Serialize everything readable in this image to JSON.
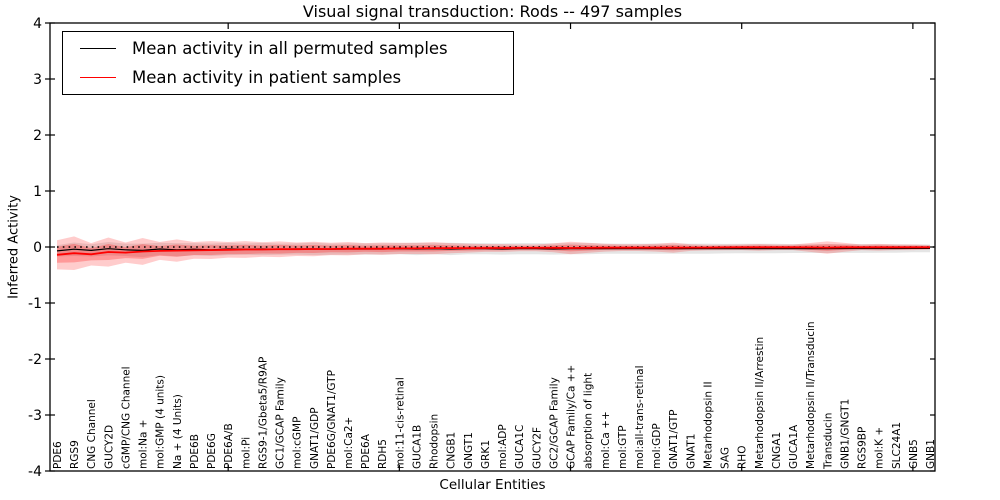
{
  "title": "Visual signal transduction: Rods -- 497 samples",
  "legend": {
    "entries": [
      {
        "label": "Mean activity in all permuted samples",
        "color": "#000000"
      },
      {
        "label": "Mean activity in patient samples",
        "color": "#ff0000"
      }
    ]
  },
  "chart_data": {
    "type": "line",
    "title": "Visual signal transduction: Rods -- 497 samples",
    "xlabel": "Cellular Entities",
    "ylabel": "Inferred Activity",
    "ylim": [
      -4,
      4
    ],
    "yticks": [
      4,
      3,
      2,
      1,
      0,
      -1,
      -2,
      -3,
      -4
    ],
    "x_major_ticks": [
      10,
      20,
      30,
      40,
      50
    ],
    "grid": false,
    "legend_position": "upper left",
    "zero_line": {
      "value": 0,
      "style": "dotted",
      "color": "#000000"
    },
    "categories": [
      "PDE6",
      "RGS9",
      "CNG Channel",
      "GUCY2D",
      "cGMP/CNG Channel",
      "mol:Na +",
      "mol:GMP (4 units)",
      "Na + (4 Units)",
      "PDE6B",
      "PDE6G",
      "PDE6A/B",
      "mol:Pi",
      "RGS9-1/Gbeta5/R9AP",
      "GC1/GCAP Family",
      "mol:cGMP",
      "GNAT1/GDP",
      "PDE6G/GNAT1/GTP",
      "mol:Ca2+",
      "PDE6A",
      "RDH5",
      "mol:11-cis-retinal",
      "GUCA1B",
      "Rhodopsin",
      "CNGB1",
      "GNGT1",
      "GRK1",
      "mol:ADP",
      "GUCA1C",
      "GUCY2F",
      "GC2/GCAP Family",
      "GCAP Family/Ca ++",
      "absorption of light",
      "mol:Ca ++",
      "mol:GTP",
      "mol:all-trans-retinal",
      "mol:GDP",
      "GNAT1/GTP",
      "GNAT1",
      "Metarhodopsin II",
      "SAG",
      "RHO",
      "Metarhodopsin II/Arrestin",
      "CNGA1",
      "GUCA1A",
      "Metarhodopsin II/Transducin",
      "Transducin",
      "GNB1/GNGT1",
      "RGS9BP",
      "mol:K +",
      "SLC24A1",
      "GNB5",
      "GNB1"
    ],
    "series": [
      {
        "name": "Mean activity in all permuted samples",
        "color": "#000000",
        "line_width": 1.2,
        "values": [
          -0.07,
          -0.04,
          -0.06,
          -0.03,
          -0.05,
          -0.06,
          -0.035,
          -0.05,
          -0.04,
          -0.05,
          -0.035,
          -0.04,
          -0.035,
          -0.04,
          -0.035,
          -0.035,
          -0.04,
          -0.035,
          -0.035,
          -0.035,
          -0.03,
          -0.035,
          -0.03,
          -0.035,
          -0.03,
          -0.03,
          -0.035,
          -0.03,
          -0.03,
          -0.035,
          -0.03,
          -0.03,
          -0.03,
          -0.03,
          -0.03,
          -0.03,
          -0.03,
          -0.03,
          -0.03,
          -0.03,
          -0.028,
          -0.028,
          -0.028,
          -0.028,
          -0.028,
          -0.028,
          -0.026,
          -0.026,
          -0.026,
          -0.026,
          -0.025,
          -0.025
        ],
        "band": [
          0.1,
          0.12,
          0.11,
          0.12,
          0.11,
          0.12,
          0.11,
          0.12,
          0.11,
          0.11,
          0.11,
          0.1,
          0.11,
          0.1,
          0.1,
          0.11,
          0.1,
          0.1,
          0.1,
          0.1,
          0.1,
          0.11,
          0.1,
          0.11,
          0.1,
          0.1,
          0.1,
          0.1,
          0.1,
          0.1,
          0.1,
          0.1,
          0.09,
          0.09,
          0.09,
          0.09,
          0.09,
          0.09,
          0.09,
          0.085,
          0.085,
          0.085,
          0.085,
          0.08,
          0.08,
          0.08,
          0.08,
          0.08,
          0.075,
          0.075,
          0.07,
          0.07
        ],
        "band_color": "#000000",
        "band_alpha": 0.1
      },
      {
        "name": "Mean activity in patient samples",
        "color": "#ff0000",
        "line_width": 1.8,
        "values": [
          -0.14,
          -0.11,
          -0.13,
          -0.09,
          -0.1,
          -0.08,
          -0.07,
          -0.065,
          -0.06,
          -0.055,
          -0.05,
          -0.045,
          -0.045,
          -0.04,
          -0.04,
          -0.035,
          -0.035,
          -0.03,
          -0.03,
          -0.03,
          -0.025,
          -0.025,
          -0.02,
          -0.02,
          -0.02,
          -0.018,
          -0.018,
          -0.016,
          -0.016,
          -0.015,
          -0.018,
          -0.015,
          -0.012,
          -0.012,
          -0.012,
          -0.012,
          -0.012,
          -0.01,
          -0.01,
          -0.008,
          -0.006,
          -0.006,
          -0.006,
          -0.006,
          -0.008,
          -0.01,
          -0.006,
          -0.005,
          -0.005,
          -0.005,
          -0.005,
          -0.005
        ],
        "band": [
          0.26,
          0.3,
          0.2,
          0.26,
          0.18,
          0.24,
          0.16,
          0.2,
          0.15,
          0.16,
          0.14,
          0.15,
          0.13,
          0.14,
          0.12,
          0.13,
          0.11,
          0.12,
          0.1,
          0.11,
          0.1,
          0.1,
          0.11,
          0.09,
          0.08,
          0.07,
          0.07,
          0.06,
          0.06,
          0.08,
          0.11,
          0.09,
          0.07,
          0.06,
          0.06,
          0.07,
          0.09,
          0.06,
          0.05,
          0.05,
          0.05,
          0.06,
          0.05,
          0.05,
          0.08,
          0.11,
          0.08,
          0.05,
          0.06,
          0.05,
          0.05,
          0.04
        ],
        "band_color": "#ff0000",
        "band_alpha": 0.2,
        "band_inner_scale": 0.55,
        "band_inner_alpha": 0.25
      }
    ]
  }
}
